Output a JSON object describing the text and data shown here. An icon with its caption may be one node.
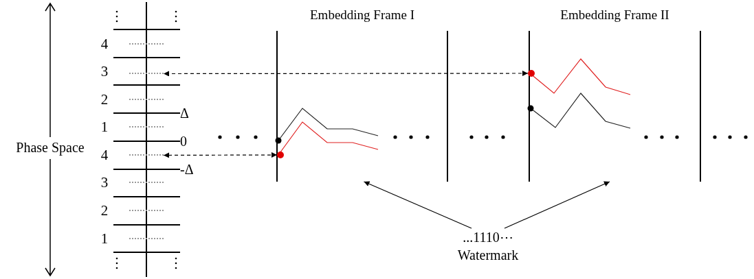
{
  "diagram": {
    "nodes": [
      {
        "text": [],
        "shape": "line"
      },
      {
        "text": [],
        "shape": "line"
      },
      {
        "text": [],
        "shape": "line"
      },
      {
        "text": [],
        "shape": "line"
      },
      {
        "text": [],
        "shape": "line"
      },
      {
        "text": [],
        "shape": "line"
      },
      {
        "text": [],
        "shape": "line"
      },
      {
        "text": [],
        "shape": "line"
      },
      {
        "text": [
          "Embedding Frame I"
        ]
      },
      {
        "text": [
          "Embedding Frame II"
        ]
      },
      {
        "text": [],
        "shape": "circle",
        "in": 8
      },
      {
        "text": [],
        "shape": "circle",
        "in": 9
      },
      {
        "text": [
          "...1110⋯",
          "Watermark"
        ]
      }
    ],
    "edges": [
      {
        "from": 11,
        "to": 1,
        "arrow": "both",
        "style": "dashed"
      },
      {
        "from": 10,
        "to": 4,
        "arrow": "both",
        "style": "dashed"
      },
      {
        "from": 12,
        "to": 8,
        "arrow": "to"
      },
      {
        "from": 12,
        "to": 9,
        "arrow": "to"
      }
    ],
    "labels": [
      "Phase Space",
      "4",
      "3",
      "2",
      "Δ",
      "1",
      "0",
      "4",
      "-Δ",
      "3",
      "2",
      "1"
    ]
  }
}
